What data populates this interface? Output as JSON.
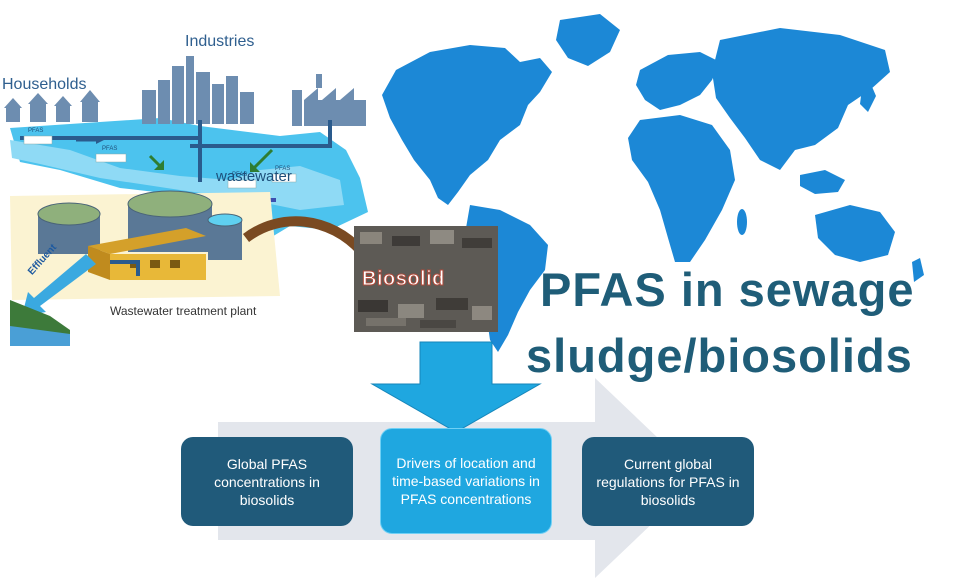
{
  "labels": {
    "households": "Households",
    "industries": "Industries",
    "wastewater": "wastewater",
    "pfas_tag": "PFAS",
    "wastewater_treatment_plant": "Wastewater treatment plant",
    "effluent": "Effluent",
    "biosolid": "Biosolid"
  },
  "title": {
    "line1": "PFAS in sewage",
    "line2": "sludge/biosolids"
  },
  "boxes": [
    {
      "text": "Global PFAS concentrations in biosolids"
    },
    {
      "text": "Drivers of location and time-based variations in PFAS concentrations"
    },
    {
      "text": "Current  global regulations for PFAS in biosolids"
    }
  ],
  "colors": {
    "map": "#1c88d6",
    "title": "#1f5d78",
    "dark_box": "#205a7a",
    "highlight_box": "#1fa7e0",
    "big_arrow": "#1fa7e0",
    "grey_arrow": "#e3e6ec"
  }
}
